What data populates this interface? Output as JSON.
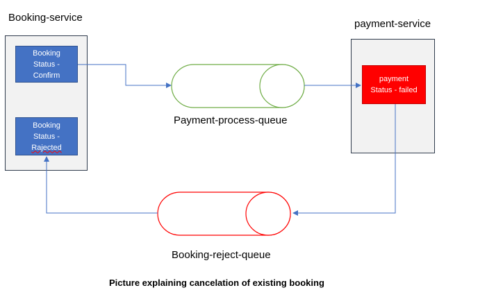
{
  "booking_service": {
    "title": "Booking-service",
    "confirm_box": {
      "line1": "Booking",
      "line2": "Status -",
      "line3": "Confirm"
    },
    "rejected_box": {
      "line1": "Booking",
      "line2": "Status -",
      "line3": "Rajected"
    }
  },
  "payment_service": {
    "title": "payment-service",
    "failed_box": {
      "line1": "payment",
      "line2": "Status - failed"
    }
  },
  "queues": {
    "process": {
      "label": "Payment-process-queue",
      "color": "#70ad47"
    },
    "reject": {
      "label": "Booking-reject-queue",
      "color": "#ff0000"
    }
  },
  "caption": "Picture explaining cancelation of existing booking",
  "colors": {
    "arrow": "#4472c4",
    "status_blue": "#4472c4",
    "status_red": "#ff0000",
    "container_fill": "#f2f2f2"
  }
}
